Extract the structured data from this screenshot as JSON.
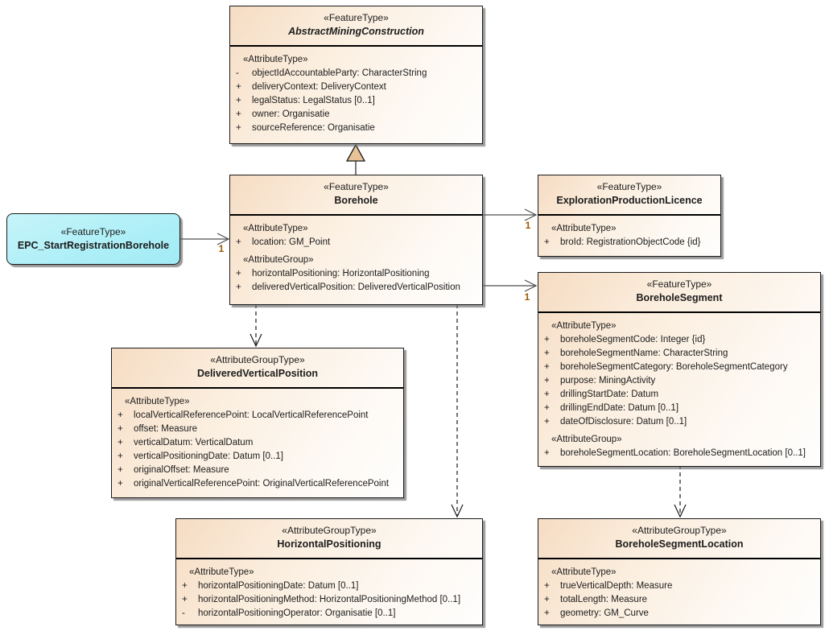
{
  "classes": {
    "amc": {
      "stereotype": "«FeatureType»",
      "name": "AbstractMiningConstruction",
      "rows": [
        {
          "vis": "",
          "text": "«AttributeType»"
        },
        {
          "vis": "-",
          "text": "objectIdAccountableParty: CharacterString"
        },
        {
          "vis": "+",
          "text": "deliveryContext: DeliveryContext"
        },
        {
          "vis": "+",
          "text": "legalStatus: LegalStatus [0..1]"
        },
        {
          "vis": "+",
          "text": "owner: Organisatie"
        },
        {
          "vis": "+",
          "text": "sourceReference: Organisatie"
        }
      ]
    },
    "borehole": {
      "stereotype": "«FeatureType»",
      "name": "Borehole",
      "rows": [
        {
          "vis": "",
          "text": "«AttributeType»"
        },
        {
          "vis": "+",
          "text": "location: GM_Point"
        },
        {
          "vis": "",
          "text": "«AttributeGroup»"
        },
        {
          "vis": "+",
          "text": "horizontalPositioning: HorizontalPositioning"
        },
        {
          "vis": "+",
          "text": "deliveredVerticalPosition: DeliveredVerticalPosition"
        }
      ]
    },
    "epc": {
      "stereotype": "«FeatureType»",
      "name": "EPC_StartRegistrationBorehole"
    },
    "epl": {
      "stereotype": "«FeatureType»",
      "name": "ExplorationProductionLicence",
      "rows": [
        {
          "vis": "",
          "text": "«AttributeType»"
        },
        {
          "vis": "+",
          "text": "broId: RegistrationObjectCode {id}"
        }
      ]
    },
    "bhs": {
      "stereotype": "«FeatureType»",
      "name": "BoreholeSegment",
      "rows": [
        {
          "vis": "",
          "text": "«AttributeType»"
        },
        {
          "vis": "+",
          "text": "boreholeSegmentCode: Integer {id}"
        },
        {
          "vis": "+",
          "text": "boreholeSegmentName: CharacterString"
        },
        {
          "vis": "+",
          "text": "boreholeSegmentCategory: BoreholeSegmentCategory"
        },
        {
          "vis": "+",
          "text": "purpose: MiningActivity"
        },
        {
          "vis": "+",
          "text": "drillingStartDate: Datum"
        },
        {
          "vis": "+",
          "text": "drillingEndDate: Datum [0..1]"
        },
        {
          "vis": "+",
          "text": "dateOfDisclosure: Datum [0..1]"
        },
        {
          "vis": "",
          "text": "«AttributeGroup»"
        },
        {
          "vis": "+",
          "text": "boreholeSegmentLocation: BoreholeSegmentLocation [0..1]"
        }
      ]
    },
    "dvp": {
      "stereotype": "«AttributeGroupType»",
      "name": "DeliveredVerticalPosition",
      "rows": [
        {
          "vis": "",
          "text": "«AttributeType»"
        },
        {
          "vis": "+",
          "text": "localVerticalReferencePoint: LocalVerticalReferencePoint"
        },
        {
          "vis": "+",
          "text": "offset: Measure"
        },
        {
          "vis": "+",
          "text": "verticalDatum: VerticalDatum"
        },
        {
          "vis": "+",
          "text": "verticalPositioningDate: Datum [0..1]"
        },
        {
          "vis": "+",
          "text": "originalOffset: Measure"
        },
        {
          "vis": "+",
          "text": "originalVerticalReferencePoint: OriginalVerticalReferencePoint"
        }
      ]
    },
    "hp": {
      "stereotype": "«AttributeGroupType»",
      "name": "HorizontalPositioning",
      "rows": [
        {
          "vis": "",
          "text": "«AttributeType»"
        },
        {
          "vis": "+",
          "text": "horizontalPositioningDate: Datum [0..1]"
        },
        {
          "vis": "+",
          "text": "horizontalPositioningMethod: HorizontalPositioningMethod [0..1]"
        },
        {
          "vis": "-",
          "text": "horizontalPositioningOperator: Organisatie [0..1]"
        }
      ]
    },
    "bsl": {
      "stereotype": "«AttributeGroupType»",
      "name": "BoreholeSegmentLocation",
      "rows": [
        {
          "vis": "",
          "text": "«AttributeType»"
        },
        {
          "vis": "+",
          "text": "trueVerticalDepth: Measure"
        },
        {
          "vis": "+",
          "text": "totalLength: Measure"
        },
        {
          "vis": "+",
          "text": "geometry: GM_Curve"
        }
      ]
    }
  },
  "multiplicities": {
    "epc_to_borehole": "1",
    "borehole_to_licence": "1",
    "borehole_to_segment": "1"
  },
  "colors": {
    "box_fill_start": "#f6dcc3",
    "box_fill_end": "#fffefd",
    "object_fill": "#aeeff7",
    "generalization_arrow_fill": "#e9c398",
    "multiplicity_text": "#9c5700",
    "border": "#1a1a1a"
  }
}
